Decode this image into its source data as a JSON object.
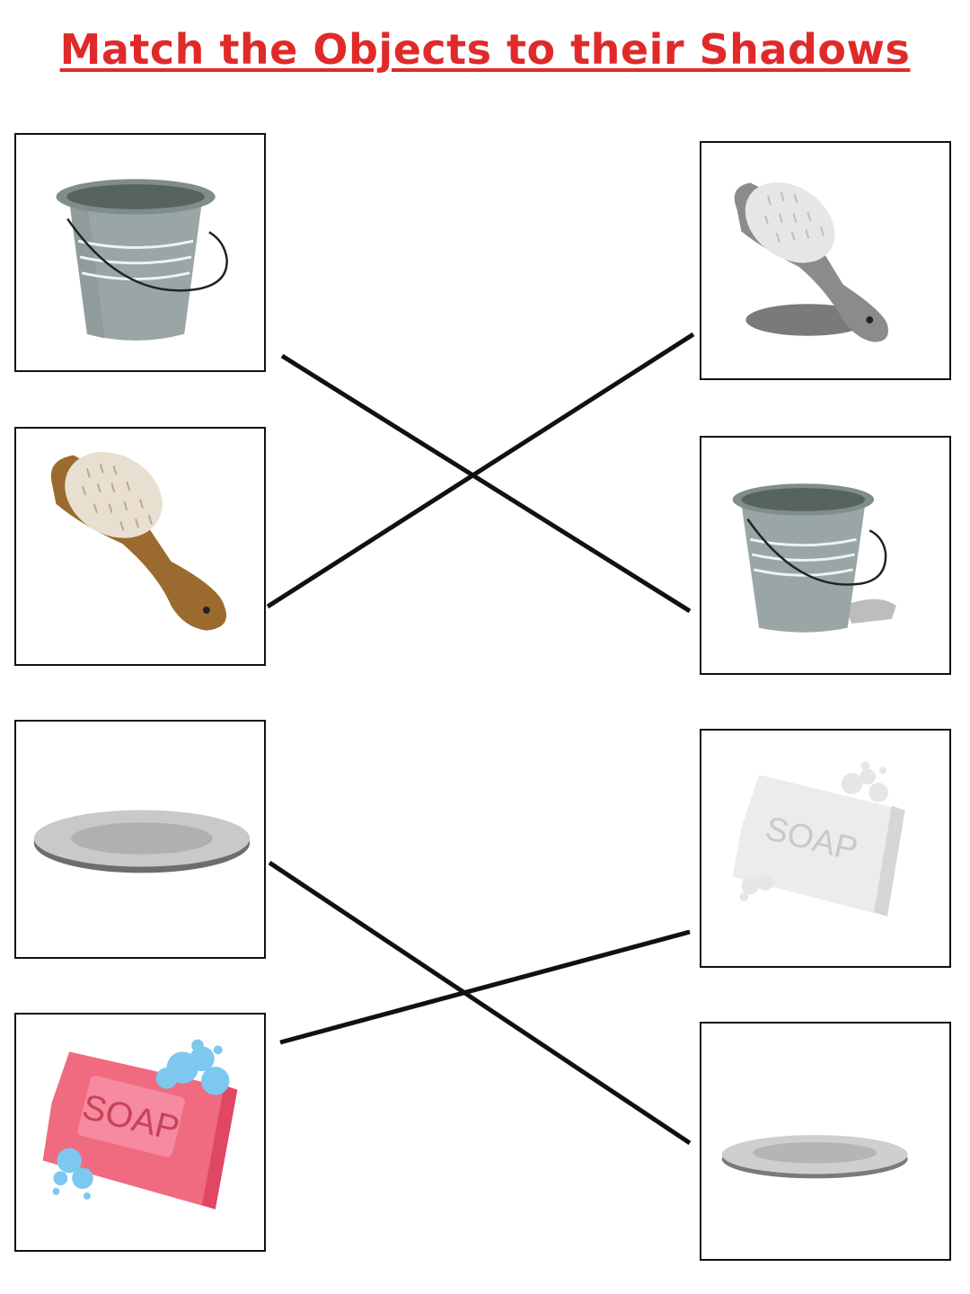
{
  "title": "Match the Objects to their Shadows",
  "left_objects": [
    {
      "icon": "bucket-icon"
    },
    {
      "icon": "brush-icon"
    },
    {
      "icon": "plate-icon"
    },
    {
      "icon": "soap-icon",
      "text": "SOAP"
    }
  ],
  "right_shadows": [
    {
      "icon": "brush-shadow-icon"
    },
    {
      "icon": "bucket-shadow-icon"
    },
    {
      "icon": "soap-shadow-icon",
      "text": "SOAP"
    },
    {
      "icon": "plate-shadow-icon"
    }
  ],
  "colors": {
    "title": "#e02a2a",
    "line": "#111111",
    "bucket": "#9aa6a6",
    "soap": "#f06a80",
    "bubbles": "#7cc8ee",
    "wood": "#9b6a2e"
  }
}
